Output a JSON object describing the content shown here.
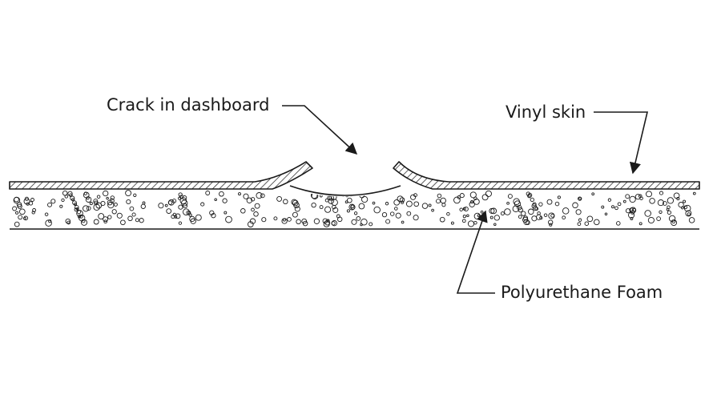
{
  "labels": {
    "crack": "Crack in dashboard",
    "vinyl": "Vinyl skin",
    "foam": "Polyurethane Foam"
  },
  "colors": {
    "ink": "#1a1a1a",
    "background": "#ffffff"
  }
}
